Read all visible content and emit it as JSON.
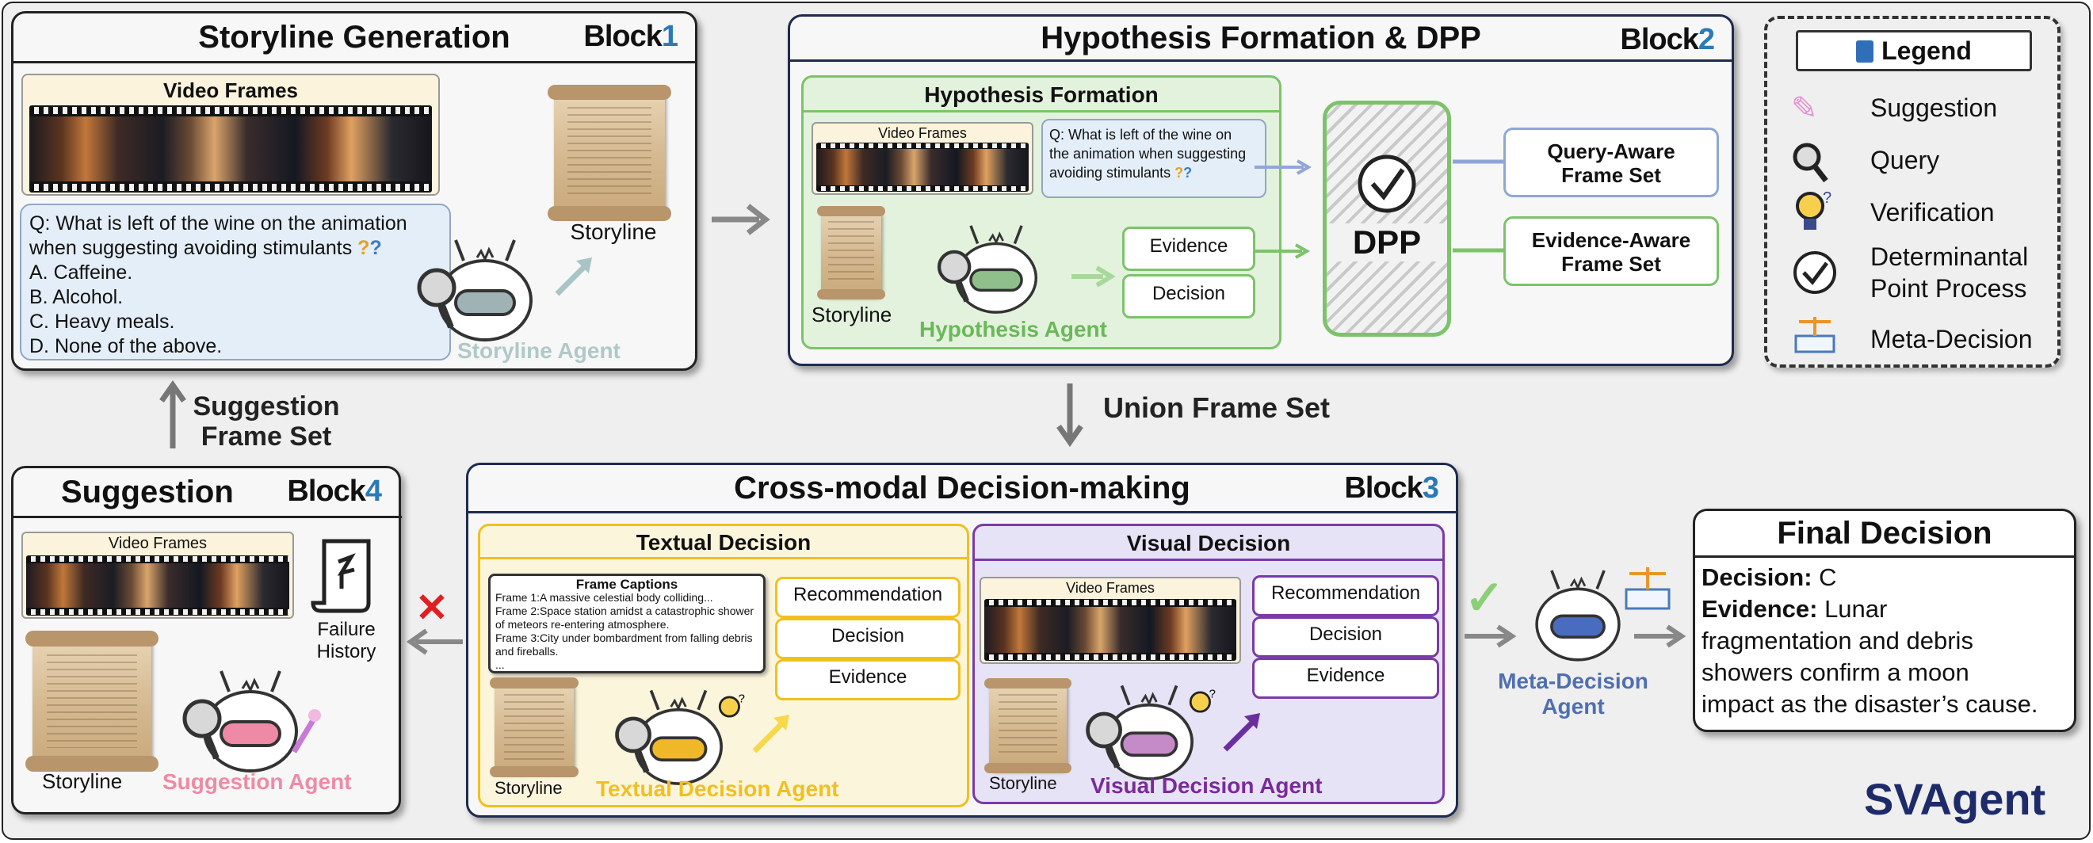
{
  "block1": {
    "title": "Storyline Generation",
    "label_word": "Block",
    "label_num": "1",
    "video_frames": "Video Frames",
    "question": [
      "Q: What is left of the wine on the animation",
      "when suggesting avoiding stimulants"
    ],
    "options": [
      "A. Caffeine.",
      "B. Alcohol.",
      "C. Heavy meals.",
      "D. None of the above."
    ],
    "storyline": "Storyline",
    "agent": "Storyline Agent"
  },
  "block2": {
    "title": "Hypothesis Formation & DPP",
    "label_word": "Block",
    "label_num": "2",
    "sub_title": "Hypothesis Formation",
    "video_frames": "Video Frames",
    "question": [
      "Q: What is left of the wine on",
      "the animation when suggesting",
      "avoiding stimulants"
    ],
    "storyline": "Storyline",
    "evidence": "Evidence",
    "decision": "Decision",
    "agent": "Hypothesis Agent",
    "dpp": "DPP",
    "query_set": [
      "Query-Aware",
      "Frame Set"
    ],
    "evidence_set": [
      "Evidence-Aware",
      "Frame Set"
    ]
  },
  "legend": {
    "title": "Legend",
    "items": [
      "Suggestion",
      "Query",
      "Verification",
      "Determinantal",
      "Point Process",
      "Meta-Decision"
    ]
  },
  "suggestion_frame_set": [
    "Suggestion",
    "Frame Set"
  ],
  "union_frame_set": "Union Frame Set",
  "block3": {
    "title": "Cross-modal Decision-making",
    "label_word": "Block",
    "label_num": "3",
    "textual": {
      "title": "Textual Decision",
      "captions_title": "Frame Captions",
      "captions": [
        "Frame 1:A massive celestial body colliding...",
        "Frame 2:Space station amidst a catastrophic shower",
        "of meteors re-entering atmosphere.",
        "Frame 3:City under bombardment from falling debris",
        "and fireballs.",
        "..."
      ],
      "recommendation": "Recommendation",
      "decision": "Decision",
      "evidence": "Evidence",
      "storyline": "Storyline",
      "agent": "Textual Decision Agent"
    },
    "visual": {
      "title": "Visual Decision",
      "video_frames": "Video Frames",
      "recommendation": "Recommendation",
      "decision": "Decision",
      "evidence": "Evidence",
      "storyline": "Storyline",
      "agent": "Visual Decision Agent"
    }
  },
  "block4": {
    "title": "Suggestion",
    "label_word": "Block",
    "label_num": "4",
    "video_frames": "Video Frames",
    "failure_history": [
      "Failure",
      "History"
    ],
    "storyline": "Storyline",
    "agent": "Suggestion Agent"
  },
  "meta_agent": [
    "Meta-Decision",
    "Agent"
  ],
  "final": {
    "title": "Final Decision",
    "decision_label": "Decision:",
    "decision_value": " C",
    "evidence_label": "Evidence:",
    "evidence_lines": [
      " Lunar",
      "fragmentation and debris",
      "showers confirm a moon",
      "impact as the disaster’s cause."
    ]
  },
  "brand": "SVAgent",
  "colors": {
    "block_num": "#2a7ab8",
    "hypothesis_green": "#7cc36a",
    "textual_yellow": "#f0c020",
    "visual_purple": "#7a3aa8",
    "suggestion_pink": "#ef8aa6",
    "meta_blue": "#4f6fb0",
    "brand_navy": "#1e2b6a"
  }
}
